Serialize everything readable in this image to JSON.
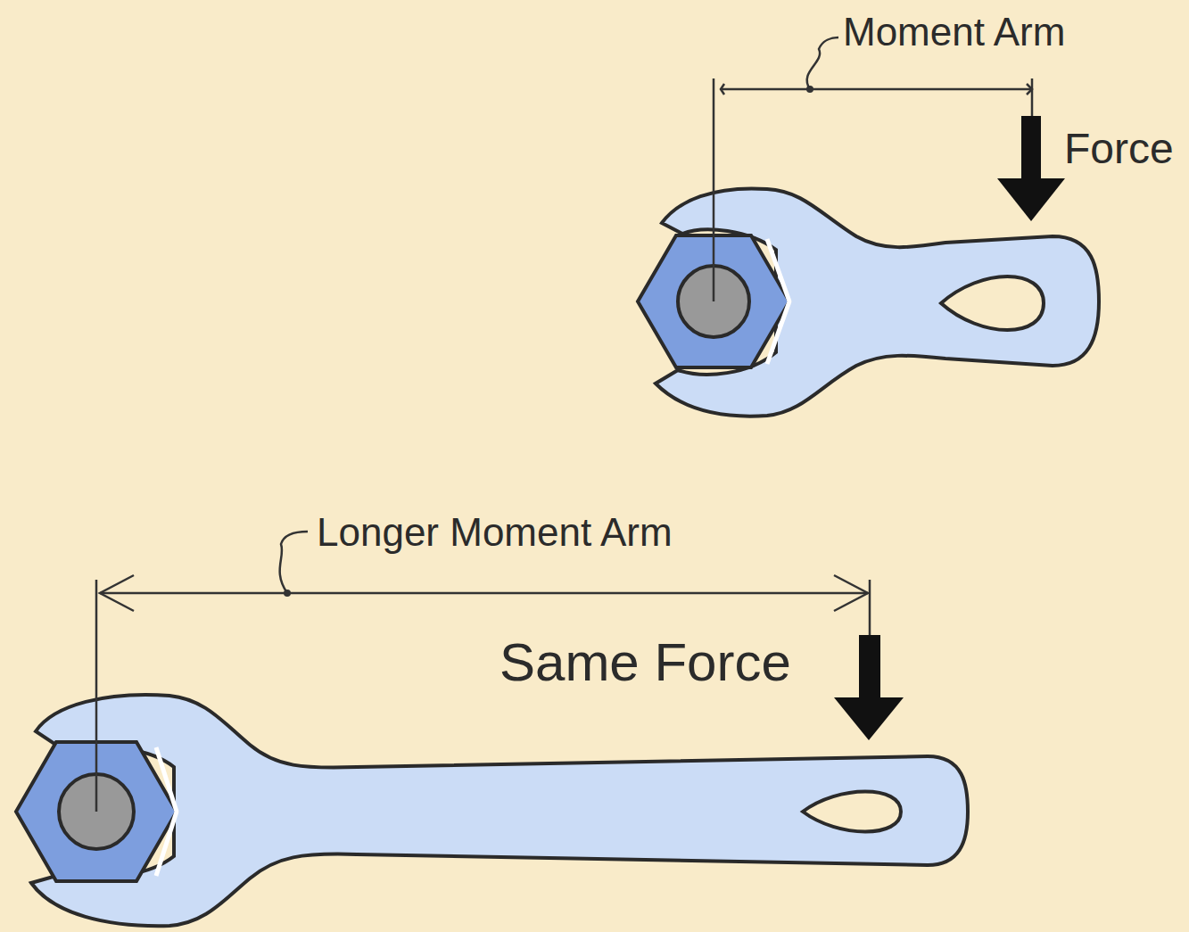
{
  "diagram": {
    "labels": [
      "Moment Arm",
      "Force",
      "Longer Moment Arm",
      "Same Force"
    ]
  }
}
